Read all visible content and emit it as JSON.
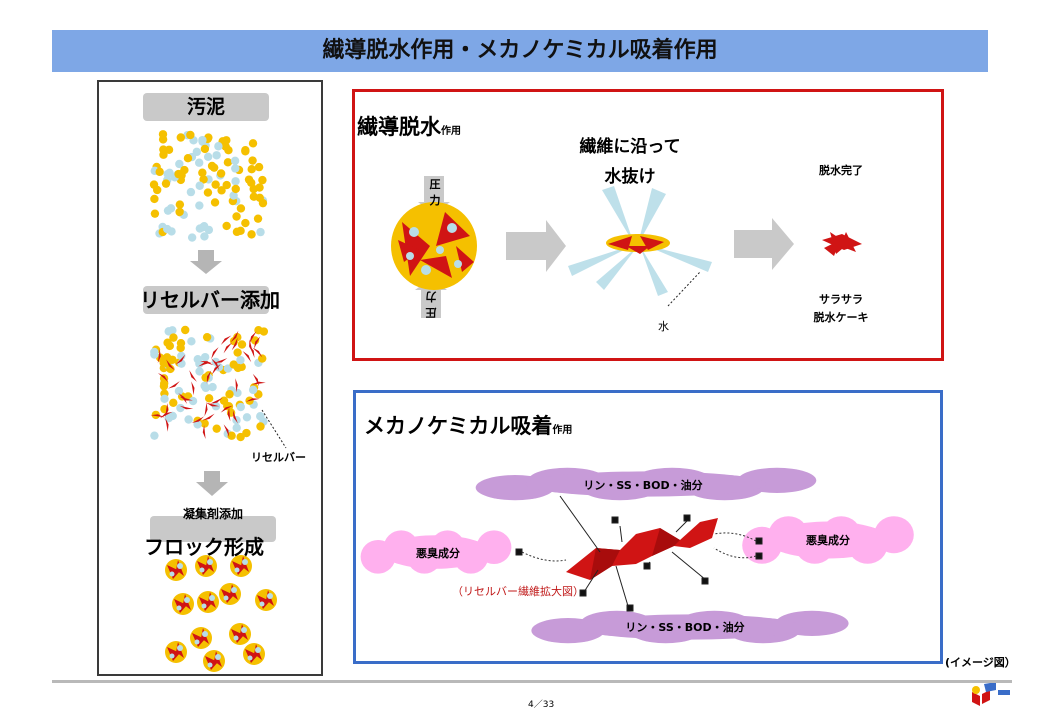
{
  "title": "繊導脱水作用・メカノケミカル吸着作用",
  "left": {
    "sludge": "汚泥",
    "add_fiber": "リセルバー添加",
    "fiber_callout": "リセルバー",
    "add_coagulant": "凝集剤添加",
    "floc": "フロック形成"
  },
  "dewater": {
    "heading": "繊導脱水",
    "heading_suffix": "作用",
    "pressure_top": [
      "圧",
      "力"
    ],
    "pressure_bottom": [
      "圧",
      "力"
    ],
    "along_fiber_line1": "繊維に沿って",
    "along_fiber_line2": "水抜け",
    "water_label": "水",
    "done_label": "脱水完了",
    "cake_line1": "サラサラ",
    "cake_line2": "脱水ケーキ"
  },
  "adsorption": {
    "heading": "メカノケミカル吸着",
    "heading_suffix": "作用",
    "top_cloud": "リン・SS・BOD・油分",
    "bottom_cloud": "リン・SS・BOD・油分",
    "left_cloud": "悪臭成分",
    "right_cloud": "悪臭成分",
    "fiber_caption": "（リセルバー繊維拡大図）"
  },
  "image_note": "(イメージ図）",
  "page_number": "4／33",
  "colors": {
    "title_bar": "#7ea7e6",
    "red_frame": "#d01414",
    "blue_frame": "#3a6dc8",
    "yellow": "#f5c000",
    "light_blue": "#b8dde8",
    "fiber_red": "#d01414",
    "cloud_pink": "#ffb0ee",
    "cloud_purple": "#c79bd8",
    "arrow_gray": "#b5b5b5"
  }
}
